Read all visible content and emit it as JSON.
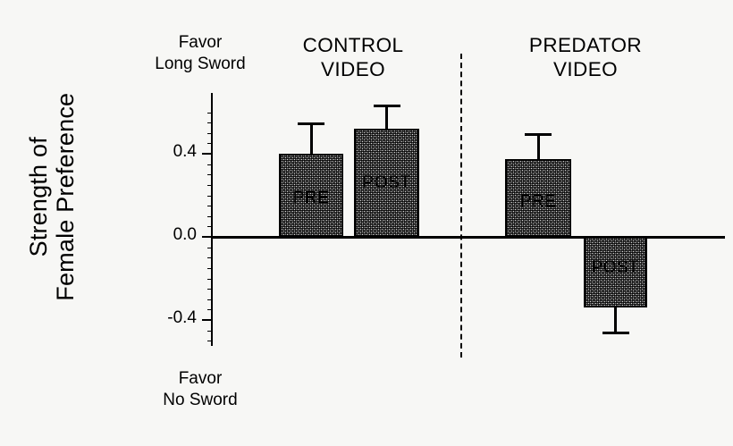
{
  "chart_data": {
    "type": "bar",
    "title": "",
    "xlabel": "",
    "ylabel": "Strength of Female Preference",
    "ylabel_line1": "Strength of",
    "ylabel_line2": "Female Preference",
    "ylim": [
      -0.62,
      0.69
    ],
    "yticks": [
      0.4,
      0.0,
      -0.4
    ],
    "ytick_labels": [
      "0.4",
      "0.0",
      "-0.4"
    ],
    "grid": false,
    "legend": "none",
    "axis_top_anchor_line1": "Favor",
    "axis_top_anchor_line2": "Long Sword",
    "axis_bottom_anchor_line1": "Favor",
    "axis_bottom_anchor_line2": "No Sword",
    "panels": [
      {
        "name": "control",
        "title_line1": "CONTROL",
        "title_line2": "VIDEO"
      },
      {
        "name": "predator",
        "title_line1": "PREDATOR",
        "title_line2": "VIDEO"
      }
    ],
    "categories": [
      "PRE",
      "POST",
      "PRE",
      "POST"
    ],
    "values": [
      0.4,
      0.52,
      0.375,
      -0.34
    ],
    "errors": [
      0.15,
      0.115,
      0.125,
      0.115
    ],
    "bars": [
      {
        "panel": "control",
        "label": "PRE",
        "value": 0.4,
        "error": 0.15
      },
      {
        "panel": "control",
        "label": "POST",
        "value": 0.52,
        "error": 0.115
      },
      {
        "panel": "predator",
        "label": "PRE",
        "value": 0.375,
        "error": 0.125
      },
      {
        "panel": "predator",
        "label": "POST",
        "value": -0.34,
        "error": 0.115
      }
    ],
    "colors": {
      "bar_fill": "#cfcfcf",
      "bar_edge": "#000000",
      "axis": "#000000",
      "background": "#f7f7f5"
    },
    "divider": "dashed vertical line separating CONTROL VIDEO and PREDATOR VIDEO panels"
  }
}
